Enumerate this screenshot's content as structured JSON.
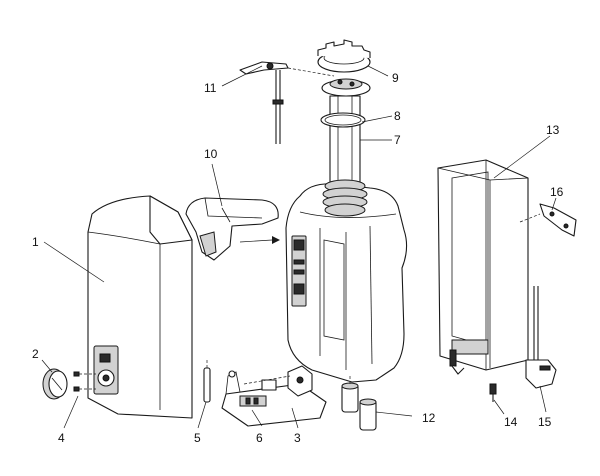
{
  "diagram": {
    "callouts": [
      {
        "id": "c1",
        "text": "1"
      },
      {
        "id": "c2",
        "text": "2"
      },
      {
        "id": "c3",
        "text": "3"
      },
      {
        "id": "c4",
        "text": "4"
      },
      {
        "id": "c5",
        "text": "5"
      },
      {
        "id": "c6",
        "text": "6"
      },
      {
        "id": "c7",
        "text": "7"
      },
      {
        "id": "c8",
        "text": "8"
      },
      {
        "id": "c9",
        "text": "9"
      },
      {
        "id": "c10",
        "text": "10"
      },
      {
        "id": "c11",
        "text": "11"
      },
      {
        "id": "c12",
        "text": "12"
      },
      {
        "id": "c13",
        "text": "13"
      },
      {
        "id": "c14",
        "text": "14"
      },
      {
        "id": "c15",
        "text": "15"
      },
      {
        "id": "c16",
        "text": "16"
      }
    ]
  }
}
